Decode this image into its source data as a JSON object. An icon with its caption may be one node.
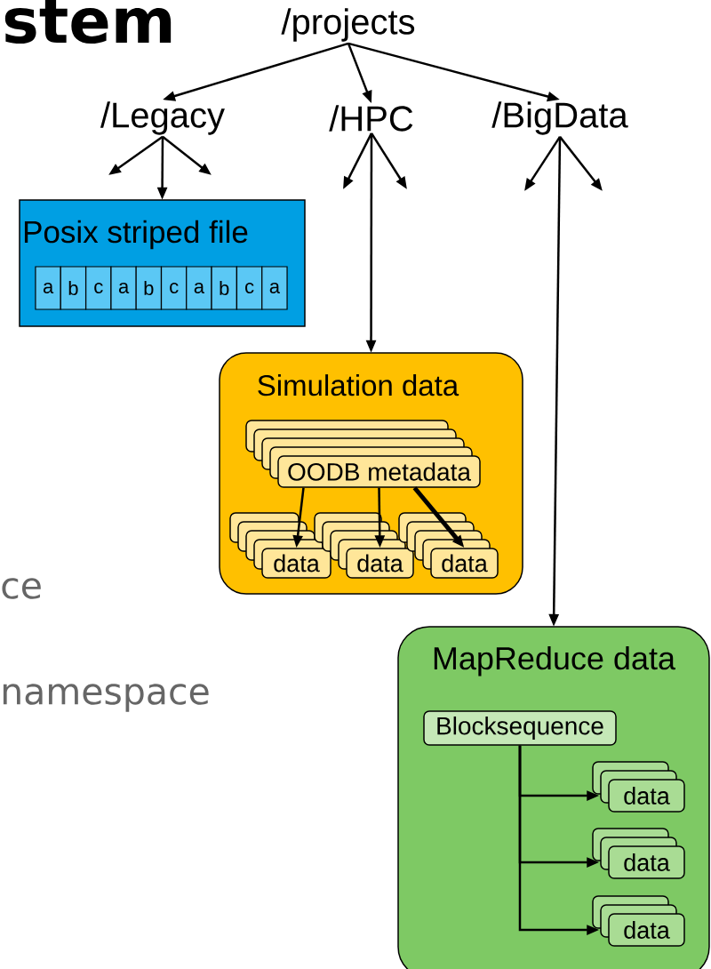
{
  "diagram": {
    "title": "stem",
    "nodes": [
      {
        "text": [
          "/projects"
        ]
      },
      {
        "text": [
          "/Legacy"
        ]
      },
      {
        "text": [
          "/HPC"
        ]
      },
      {
        "text": [
          "/BigData"
        ]
      },
      {
        "text": [
          "Posix striped file"
        ]
      },
      {
        "text": [
          "a"
        ],
        "in": 4
      },
      {
        "text": [
          "b"
        ],
        "in": 4
      },
      {
        "text": [
          "c"
        ],
        "in": 4
      },
      {
        "text": [
          "a"
        ],
        "in": 4
      },
      {
        "text": [
          "b"
        ],
        "in": 4
      },
      {
        "text": [
          "c"
        ],
        "in": 4
      },
      {
        "text": [
          "a"
        ],
        "in": 4
      },
      {
        "text": [
          "b"
        ],
        "in": 4
      },
      {
        "text": [
          "c"
        ],
        "in": 4
      },
      {
        "text": [
          "a"
        ],
        "in": 4
      },
      {
        "text": [
          "Simulation data"
        ]
      },
      {
        "text": [
          "OODB metadata"
        ],
        "in": 15
      },
      {
        "text": [
          "data"
        ],
        "in": 15
      },
      {
        "text": [
          "data"
        ],
        "in": 15
      },
      {
        "text": [
          "data"
        ],
        "in": 15
      },
      {
        "text": [
          "MapReduce data"
        ]
      },
      {
        "text": [
          "Blocksequence"
        ],
        "in": 20
      },
      {
        "text": [
          "data"
        ],
        "in": 20
      },
      {
        "text": [
          "data"
        ],
        "in": 20
      },
      {
        "text": [
          "data"
        ],
        "in": 20
      }
    ],
    "edges": [
      {
        "from": 0,
        "to": 1,
        "arrow": "to"
      },
      {
        "from": 0,
        "to": 2,
        "arrow": "to"
      },
      {
        "from": 0,
        "to": 3,
        "arrow": "to"
      },
      {
        "from": 1,
        "to": null,
        "arrow": "to"
      },
      {
        "from": 1,
        "to": 4,
        "arrow": "to"
      },
      {
        "from": 1,
        "to": null,
        "arrow": "to"
      },
      {
        "from": 2,
        "to": null,
        "arrow": "to"
      },
      {
        "from": 2,
        "to": 15,
        "arrow": "to"
      },
      {
        "from": 2,
        "to": null,
        "arrow": "to"
      },
      {
        "from": 3,
        "to": null,
        "arrow": "to"
      },
      {
        "from": 3,
        "to": 20,
        "arrow": "to"
      },
      {
        "from": 3,
        "to": null,
        "arrow": "to"
      },
      {
        "from": 16,
        "to": 17,
        "arrow": "to"
      },
      {
        "from": 16,
        "to": 18,
        "arrow": "to"
      },
      {
        "from": 16,
        "to": 19,
        "arrow": "to",
        "style": "thick"
      },
      {
        "from": 21,
        "to": 22,
        "arrow": "to"
      },
      {
        "from": 21,
        "to": 23,
        "arrow": "to"
      },
      {
        "from": 21,
        "to": 24,
        "arrow": "to"
      }
    ],
    "labels": [
      "ce",
      "namespace"
    ]
  }
}
